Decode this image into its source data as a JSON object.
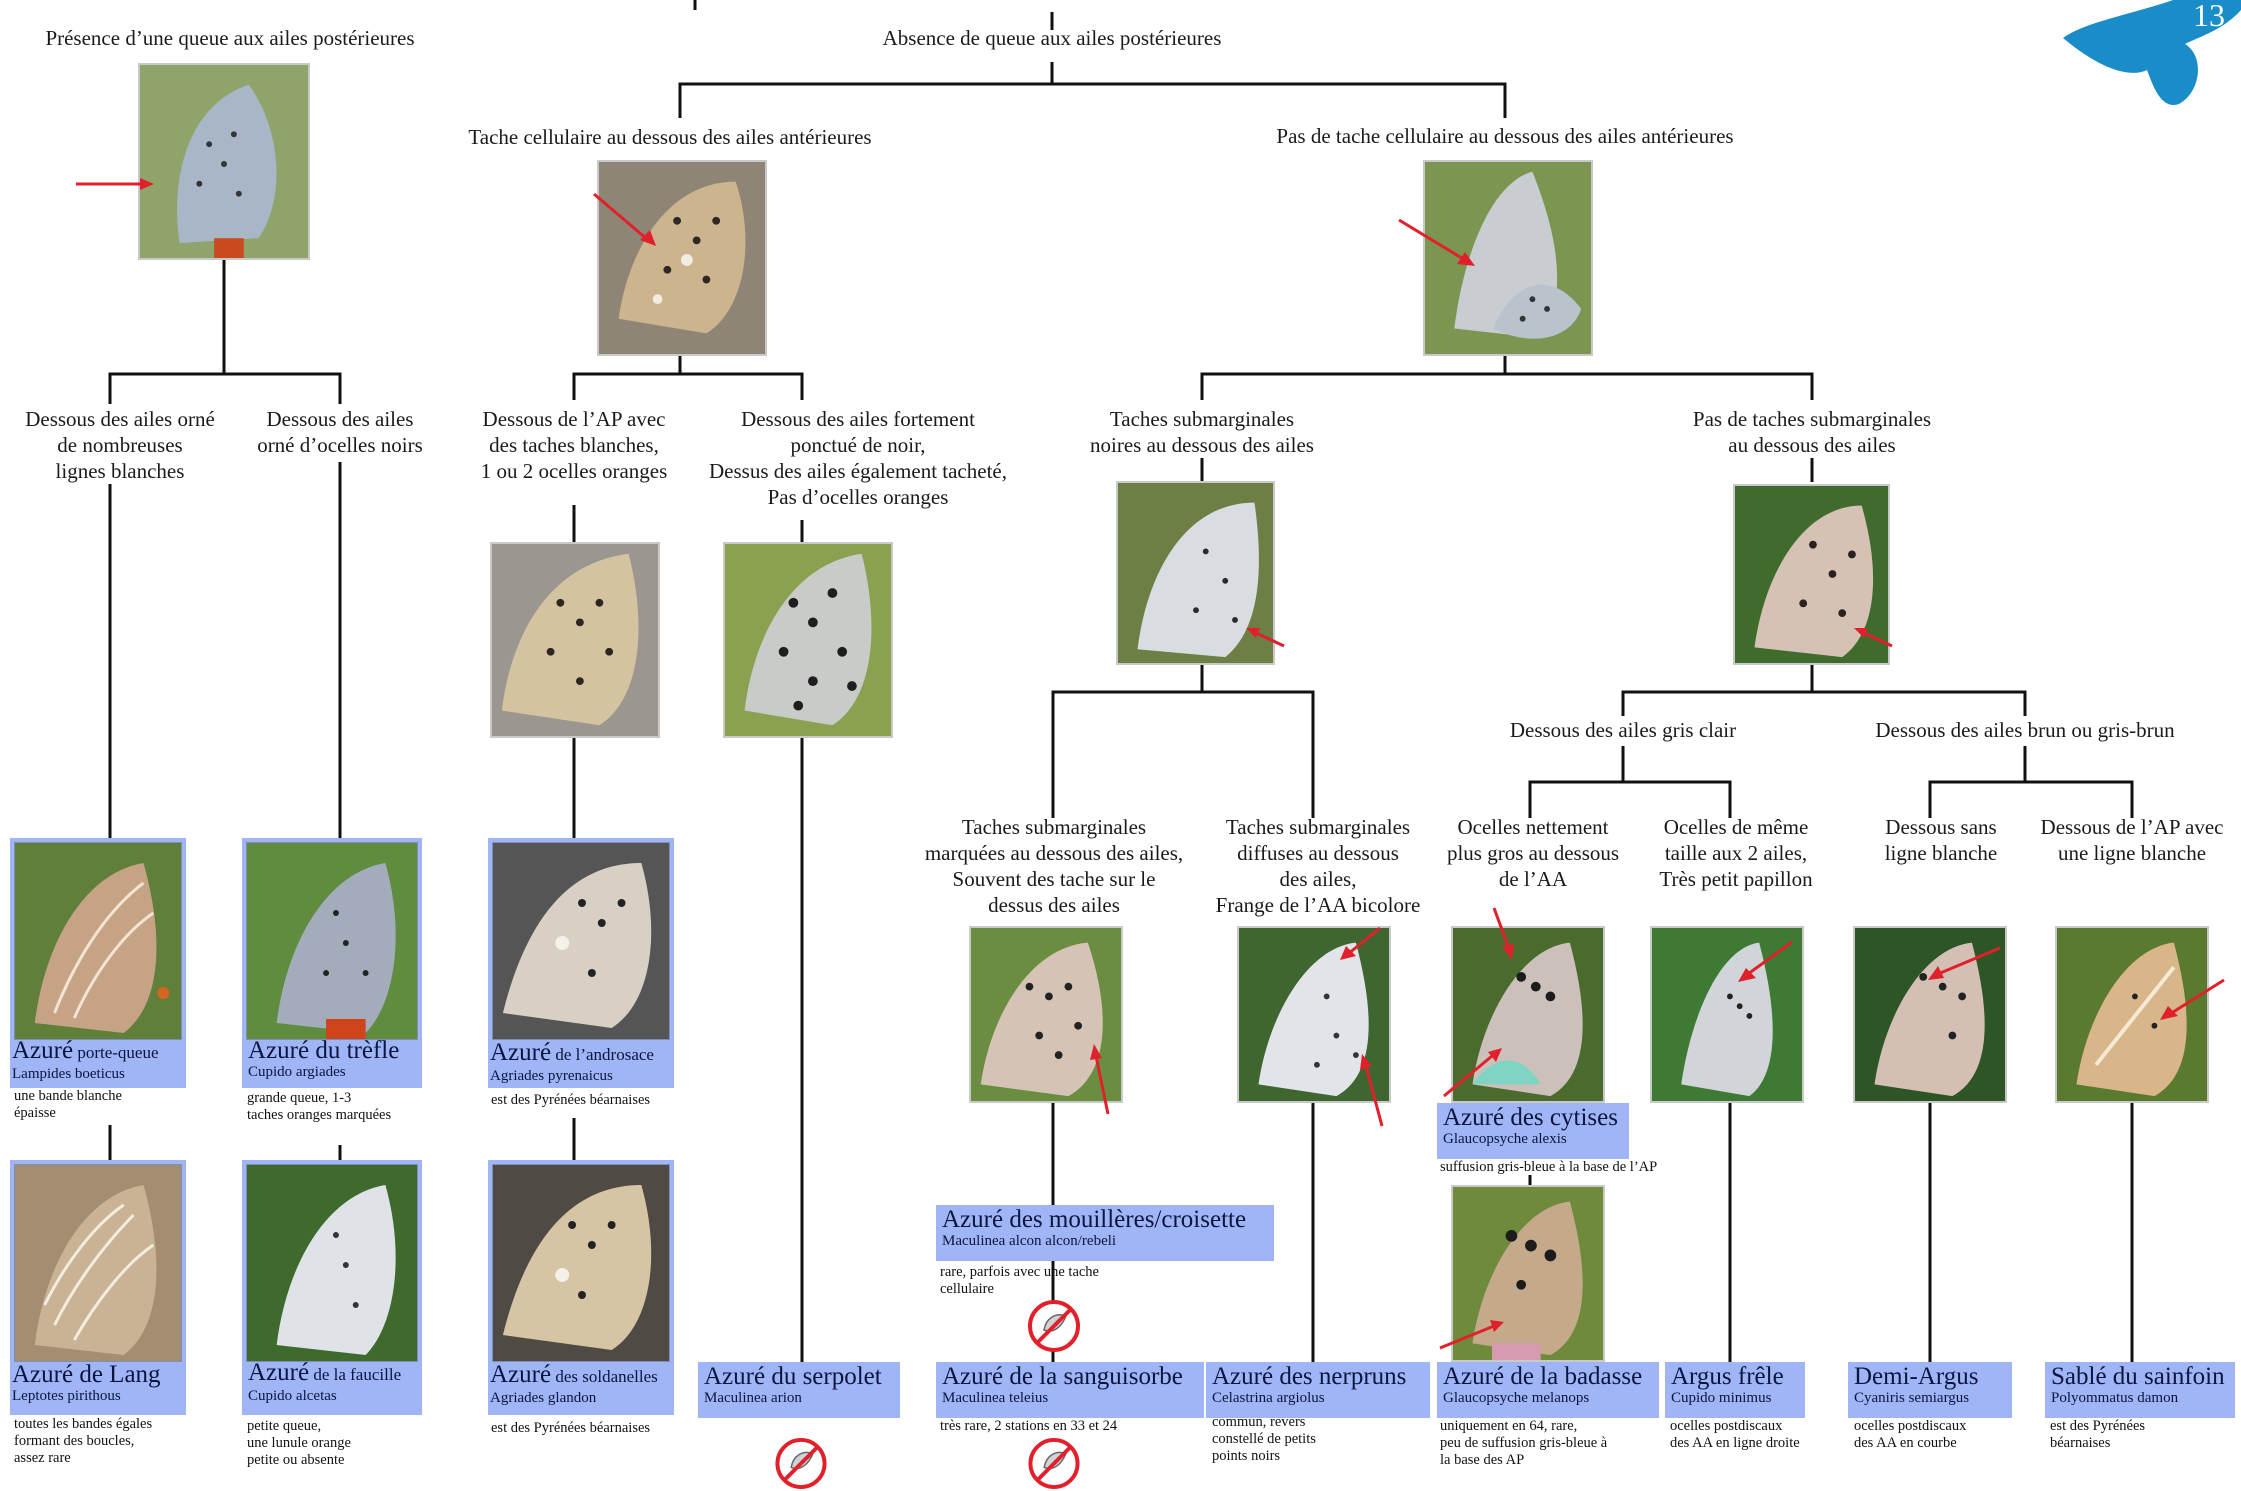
{
  "logo": {
    "page_number": "13",
    "color": "#1a8cc8"
  },
  "colors": {
    "card_bg": "#9fb5f5",
    "arrow": "#e0202a",
    "line": "#111111"
  },
  "headers": {
    "tail": "Présence d’une queue aux ailes postérieures",
    "no_tail": "Absence de queue aux ailes postérieures",
    "cell_spot": "Tache cellulaire au dessous des ailes antérieures",
    "no_cell_spot": "Pas de tache cellulaire au dessous des ailes antérieures",
    "white_lines": "Dessous des ailes orné\nde nombreuses\nlignes blanches",
    "black_ocelli": "Dessous des ailes\norné d’ocelles noirs",
    "ap_white": "Dessous de l’AP avec\ndes taches blanches,\n1 ou 2 ocelles oranges",
    "heavily_dotted": "Dessous des ailes fortement\nponctué de noir,\nDessus des ailes également tacheté,\nPas d’ocelles oranges",
    "submarg_black": "Taches submarginales\nnoires au dessous des ailes",
    "no_submarg": "Pas de taches submarginales\nau dessous des ailes",
    "light_grey": "Dessous des ailes gris clair",
    "brown_grey": "Dessous des ailes brun ou gris-brun",
    "marked_submarg": "Taches submarginales\nmarquées au dessous des ailes,\nSouvent des tache sur le\ndessus des ailes",
    "diffuse_submarg": "Taches submarginales\ndiffuses au dessous\ndes ailes,\nFrange de l’AA bicolore",
    "bigger_ocelli": "Ocelles nettement\nplus gros au dessous\nde l’AA",
    "same_size": "Ocelles de même\ntaille aux 2 ailes,\nTrès petit papillon",
    "no_white_line": "Dessous sans\nligne blanche",
    "ap_white_line": "Dessous de l’AP avec\nune ligne blanche"
  },
  "species": [
    {
      "id": "porte-queue",
      "name_main": "Azuré",
      "name_small": " porte-queue",
      "latin": "Lampides boeticus",
      "note": "une bande blanche\népaisse"
    },
    {
      "id": "trefle",
      "name_main": "Azuré du trèfle",
      "name_small": "",
      "latin": "Cupido argiades",
      "note": "grande queue, 1-3\ntaches oranges marquées"
    },
    {
      "id": "androsace",
      "name_main": "Azuré",
      "name_small": " de l’androsace",
      "latin": "Agriades pyrenaicus",
      "note": "est des Pyrénées béarnaises"
    },
    {
      "id": "lang",
      "name_main": "Azuré de Lang",
      "name_small": "",
      "latin": "Leptotes pirithous",
      "note": "toutes les bandes égales\nformant des boucles,\nassez rare"
    },
    {
      "id": "faucille",
      "name_main": "Azuré",
      "name_small": " de la faucille",
      "latin": "Cupido alcetas",
      "note": "petite queue,\nune lunule orange\npetite ou absente"
    },
    {
      "id": "soldanelles",
      "name_main": "Azuré",
      "name_small": " des soldanelles",
      "latin": "Agriades glandon",
      "note": "est des Pyrénées béarnaises"
    },
    {
      "id": "serpolet",
      "name_main": "Azuré du serpolet",
      "name_small": "",
      "latin": "Maculinea arion",
      "note": ""
    },
    {
      "id": "mouilleres",
      "name_main": "Azuré des mouillères/croisette",
      "name_small": "",
      "latin": "Maculinea alcon alcon/rebeli",
      "note": "rare, parfois avec une tache\ncellulaire"
    },
    {
      "id": "sanguisorbe",
      "name_main": "Azuré de la sanguisorbe",
      "name_small": "",
      "latin": "Maculinea teleius",
      "note": "très rare, 2 stations en 33 et 24"
    },
    {
      "id": "nerpruns",
      "name_main": "Azuré des nerpruns",
      "name_small": "",
      "latin": "Celastrina argiolus",
      "note": "commun, revers\nconstellé de petits\npoints noirs"
    },
    {
      "id": "cytises",
      "name_main": "Azuré des cytises",
      "name_small": "",
      "latin": "Glaucopsyche alexis",
      "note": "suffusion gris-bleue à la base de l’AP"
    },
    {
      "id": "badasse",
      "name_main": "Azuré de la badasse",
      "name_small": "",
      "latin": "Glaucopsyche melanops",
      "note": "uniquement en 64, rare,\npeu de suffusion gris-bleue à\nla base des AP"
    },
    {
      "id": "argus-frele",
      "name_main": "Argus frêle",
      "name_small": "",
      "latin": "Cupido minimus",
      "note": "ocelles postdiscaux\ndes AA en ligne droite"
    },
    {
      "id": "demi-argus",
      "name_main": "Demi-Argus",
      "name_small": "",
      "latin": "Cyaniris semiargus",
      "note": "ocelles postdiscaux\ndes AA en courbe"
    },
    {
      "id": "sainfoin",
      "name_main": "Sablé du sainfoin",
      "name_small": "",
      "latin": "Polyommatus damon",
      "note": "est des Pyrénées\nbéarnaises"
    }
  ]
}
